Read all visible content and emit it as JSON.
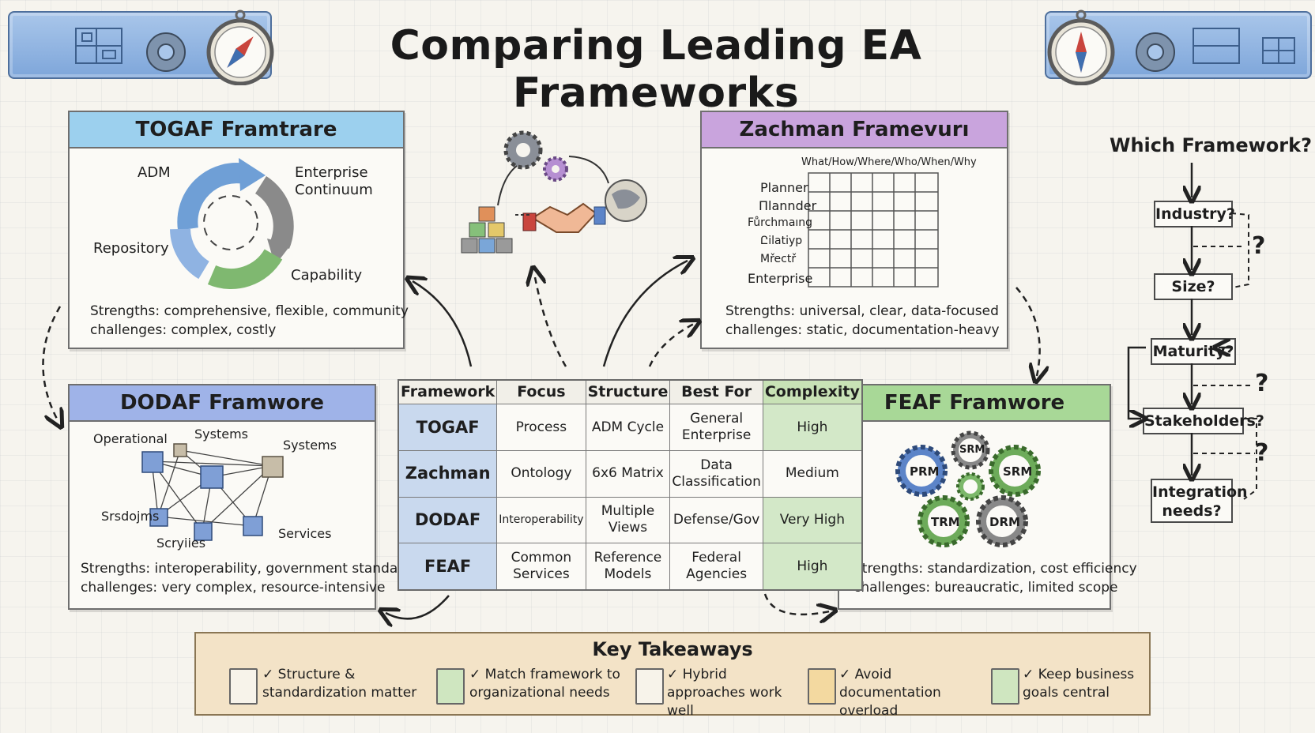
{
  "title": "Comparing Leading EA Frameworks",
  "togaf": {
    "heading": "TOGAF Framtrare",
    "labels": {
      "adm": "ADM",
      "enterprise": "Enterprise",
      "continuum": "Continuum",
      "repository": "Repository",
      "capability": "Capability"
    },
    "strengths": "Strengths: comprehensive, flexible, community",
    "challenges": "challenges: complex, costly",
    "colors": {
      "header": "#9cd0ee",
      "arrow_blue": "#6f9fd6",
      "arrow_gray": "#8a8a8a",
      "arrow_green": "#7fb870"
    }
  },
  "zachman": {
    "heading": "Zachman Framevurı",
    "columns_label": "What/How/Where/Who/When/Why",
    "rows": [
      "Planner",
      "Πlannder",
      "Fůrchmaıng",
      "Ըilatiyp",
      "Mřectř",
      "Enterprise"
    ],
    "strengths": "Strengths: universal, clear, data-focused",
    "challenges": "challenges: static, documentation-heavy",
    "colors": {
      "header": "#c9a4dd"
    }
  },
  "dodaf": {
    "heading": "DODAF Framwore",
    "labels": {
      "operational": "Operational",
      "systems_top": "Systems",
      "systems_right": "Systems",
      "srsdojms": "Srsdojms",
      "seryiies": "Scryiies",
      "services": "Services"
    },
    "strengths": "Strengths: interoperability, government standard",
    "challenges": "challenges: very complex, resource-intensive",
    "colors": {
      "header": "#9fb3e8",
      "cube": "#7f9fd6"
    }
  },
  "feaf": {
    "heading": "FEAF Framwore",
    "gears": [
      "PRM",
      "SRM",
      "SRM",
      "TRM",
      "DRM"
    ],
    "strengths": "Strengths: standardization, cost efficiency",
    "challenges": "challenges: bureaucratic, limited scope",
    "colors": {
      "header": "#a8d897"
    }
  },
  "table": {
    "headers": [
      "Framework",
      "Focus",
      "Structure",
      "Best For",
      "Complexity"
    ],
    "rows": [
      {
        "framework": "TOGAF",
        "focus": "Process",
        "structure": "ADM Cycle",
        "best_for": "General Enterprise",
        "complexity": "High"
      },
      {
        "framework": "Zachman",
        "focus": "Ontology",
        "structure": "6x6 Matrix",
        "best_for": "Data Classification",
        "complexity": "Medium"
      },
      {
        "framework": "DODAF",
        "focus": "Interoperability",
        "structure": "Multiple Views",
        "best_for": "Defense/Gov",
        "complexity": "Very High"
      },
      {
        "framework": "FEAF",
        "focus": "Common Services",
        "structure": "Reference Models",
        "best_for": "Federal Agencies",
        "complexity": "High"
      }
    ]
  },
  "flowchart": {
    "title": "Which Framework?",
    "steps": [
      "Industry?",
      "Size?",
      "Maturity?",
      "Stakeholders?",
      "Integration needs?"
    ],
    "question_mark": "?"
  },
  "takeaways": {
    "title": "Key Takeaways",
    "items": [
      "✓ Structure & standardization matter",
      "✓ Match framework to organizational needs",
      "✓ Hybrid approaches work well",
      "✓ Avoid documentation overload",
      "✓ Keep business goals central"
    ]
  }
}
